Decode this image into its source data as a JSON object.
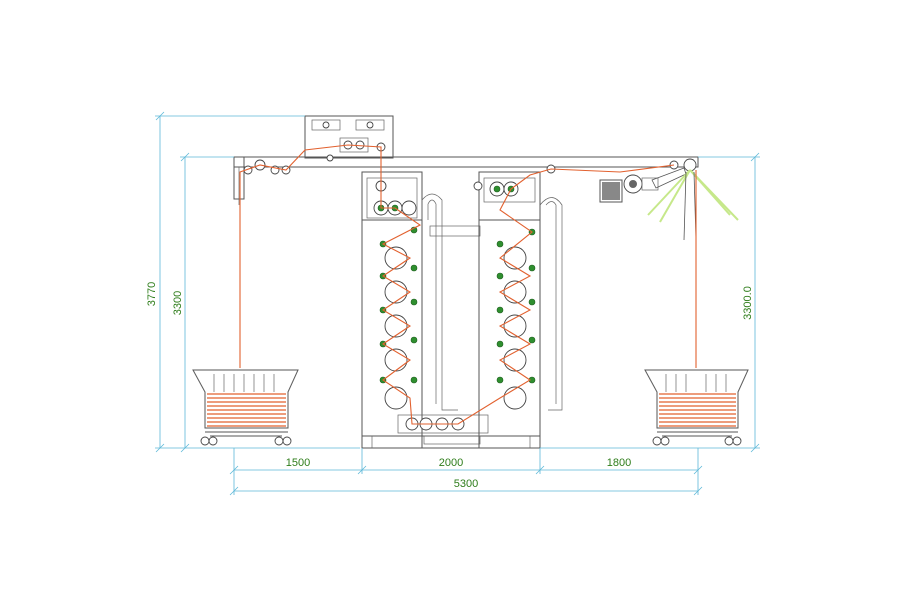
{
  "colors": {
    "dimension_line": "#5db8d8",
    "dimension_text": "#2e7d1a",
    "fabric_path": "#e2612f",
    "frame": "#555555",
    "motor_highlight": "#c6e88a",
    "roller_accent": "#2f8f2f"
  },
  "dimensions": {
    "total_height": "3770",
    "frame_height_left": "3300",
    "frame_height_right": "3300.0",
    "seg_left": "1500",
    "seg_middle": "2000",
    "seg_right": "1800",
    "total_width": "5300"
  }
}
